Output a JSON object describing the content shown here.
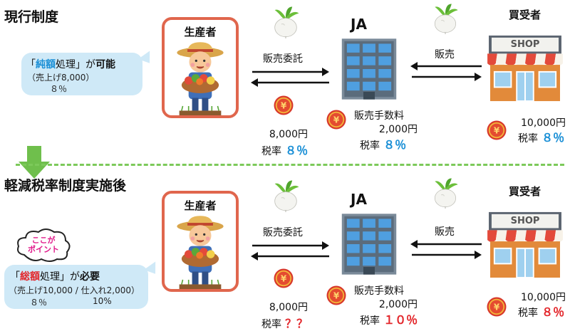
{
  "sections": {
    "current_title": "現行制度",
    "after_title": "軽減税率制度実施後"
  },
  "roles": {
    "producer": "生産者",
    "ja": "JA",
    "buyer": "買受者"
  },
  "flows": {
    "consignment": "販売委託",
    "sale": "販売"
  },
  "shop_sign": "SHOP",
  "coin_symbol": "¥",
  "top": {
    "note_open": "「",
    "note_em": "純額",
    "note_rest": "処理」が",
    "note_req": "可能",
    "note_sub": "（売上げ8,000）",
    "note_rate": "８％",
    "producer_amount": "8,000円",
    "producer_rate_label": "税率",
    "producer_rate": "８％",
    "ja_fee_label": "販売手数料",
    "ja_fee_amount": "2,000円",
    "ja_rate_label": "税率",
    "ja_rate": "８％",
    "buyer_amount": "10,000円",
    "buyer_rate_label": "税率",
    "buyer_rate": "８％"
  },
  "bottom": {
    "cloud_line1": "ここが",
    "cloud_line2": "ポイント",
    "note_open": "「",
    "note_em": "総額",
    "note_rest": "処理」が",
    "note_req": "必要",
    "note_sub": "（売上げ10,000 / 仕入れ2,000）",
    "note_rate1": "８％",
    "note_rate2": "10%",
    "producer_amount": "8,000円",
    "producer_rate_label": "税率",
    "producer_rate": "？？",
    "ja_fee_label": "販売手数料",
    "ja_fee_amount": "2,000円",
    "ja_rate_label": "税率",
    "ja_rate": "１０％",
    "buyer_amount": "10,000円",
    "buyer_rate_label": "税率",
    "buyer_rate": "８％"
  },
  "colors": {
    "accent_blue": "#1a8fd6",
    "accent_red": "#e3262b",
    "frame_orange": "#e0664d",
    "divider_green": "#7cc95a",
    "bubble_blue": "#cfe9f7",
    "coin_red": "#d8382b",
    "coin_gold": "#f3b43a"
  }
}
